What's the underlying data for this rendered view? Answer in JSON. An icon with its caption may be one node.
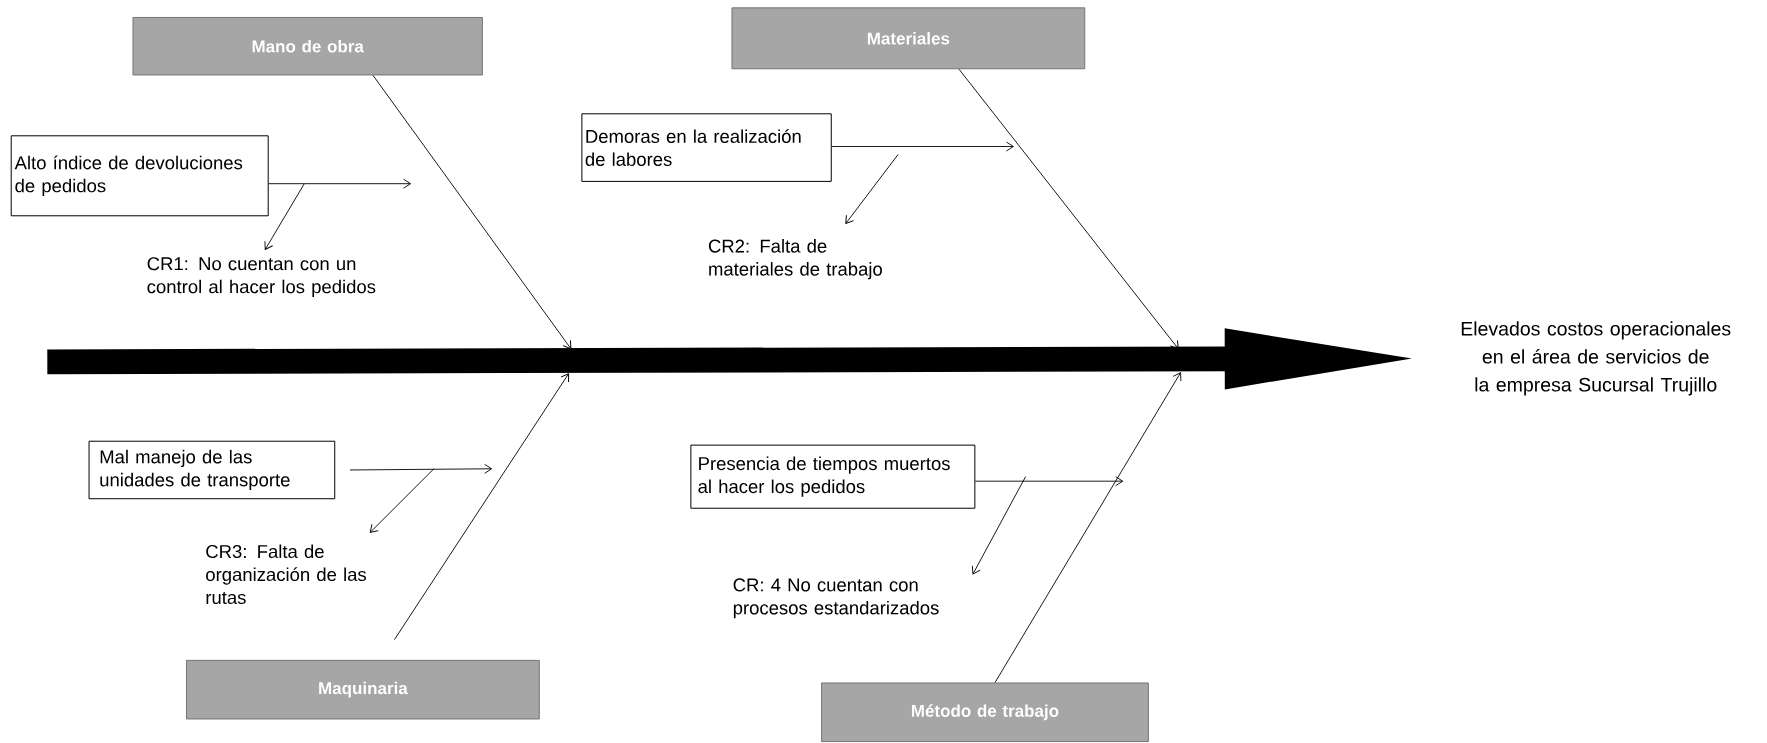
{
  "diagram": {
    "nodes": [
      {
        "text": [
          "Mano de obra"
        ]
      },
      {
        "text": [
          "Materiales"
        ]
      },
      {
        "text": [
          "Maquinaria"
        ]
      },
      {
        "text": [
          "Método de trabajo"
        ]
      },
      {
        "text": [
          "Alto índice de devoluciones de pedidos"
        ]
      },
      {
        "text": [
          "CR1: No cuentan con un control al hacer los pedidos"
        ]
      },
      {
        "text": [
          "Demoras en la realización de labores"
        ]
      },
      {
        "text": [
          "CR2: Falta de materiales de trabajo"
        ]
      },
      {
        "text": [
          "Mal manejo de las unidades de transporte"
        ]
      },
      {
        "text": [
          "CR3: Falta de organización de las rutas"
        ]
      },
      {
        "text": [
          "Presencia de tiempos muertos al hacer los pedidos"
        ]
      },
      {
        "text": [
          "CR: 4 No cuentan con procesos estandarizados"
        ]
      },
      {
        "text": [
          "Elevados costos operacionales en el área de servicios de la empresa Sucursal Trujillo"
        ]
      }
    ],
    "edges": [
      {
        "from": 0,
        "to": null,
        "arrow": "to"
      },
      {
        "from": 1,
        "to": null,
        "arrow": "to"
      },
      {
        "from": 2,
        "to": null,
        "arrow": "to"
      },
      {
        "from": 3,
        "to": null,
        "arrow": "to"
      },
      {
        "from": 4,
        "to": null,
        "arrow": "to"
      },
      {
        "from": null,
        "to": 5,
        "arrow": "to"
      },
      {
        "from": 6,
        "to": null,
        "arrow": "to"
      },
      {
        "from": null,
        "to": 7,
        "arrow": "to"
      },
      {
        "from": 8,
        "to": null,
        "arrow": "to"
      },
      {
        "from": null,
        "to": 9,
        "arrow": "to"
      },
      {
        "from": 10,
        "to": null,
        "arrow": "to"
      },
      {
        "from": null,
        "to": 11,
        "arrow": "to"
      },
      {
        "from": null,
        "to": 12,
        "arrow": "to",
        "style": "thick"
      }
    ]
  }
}
